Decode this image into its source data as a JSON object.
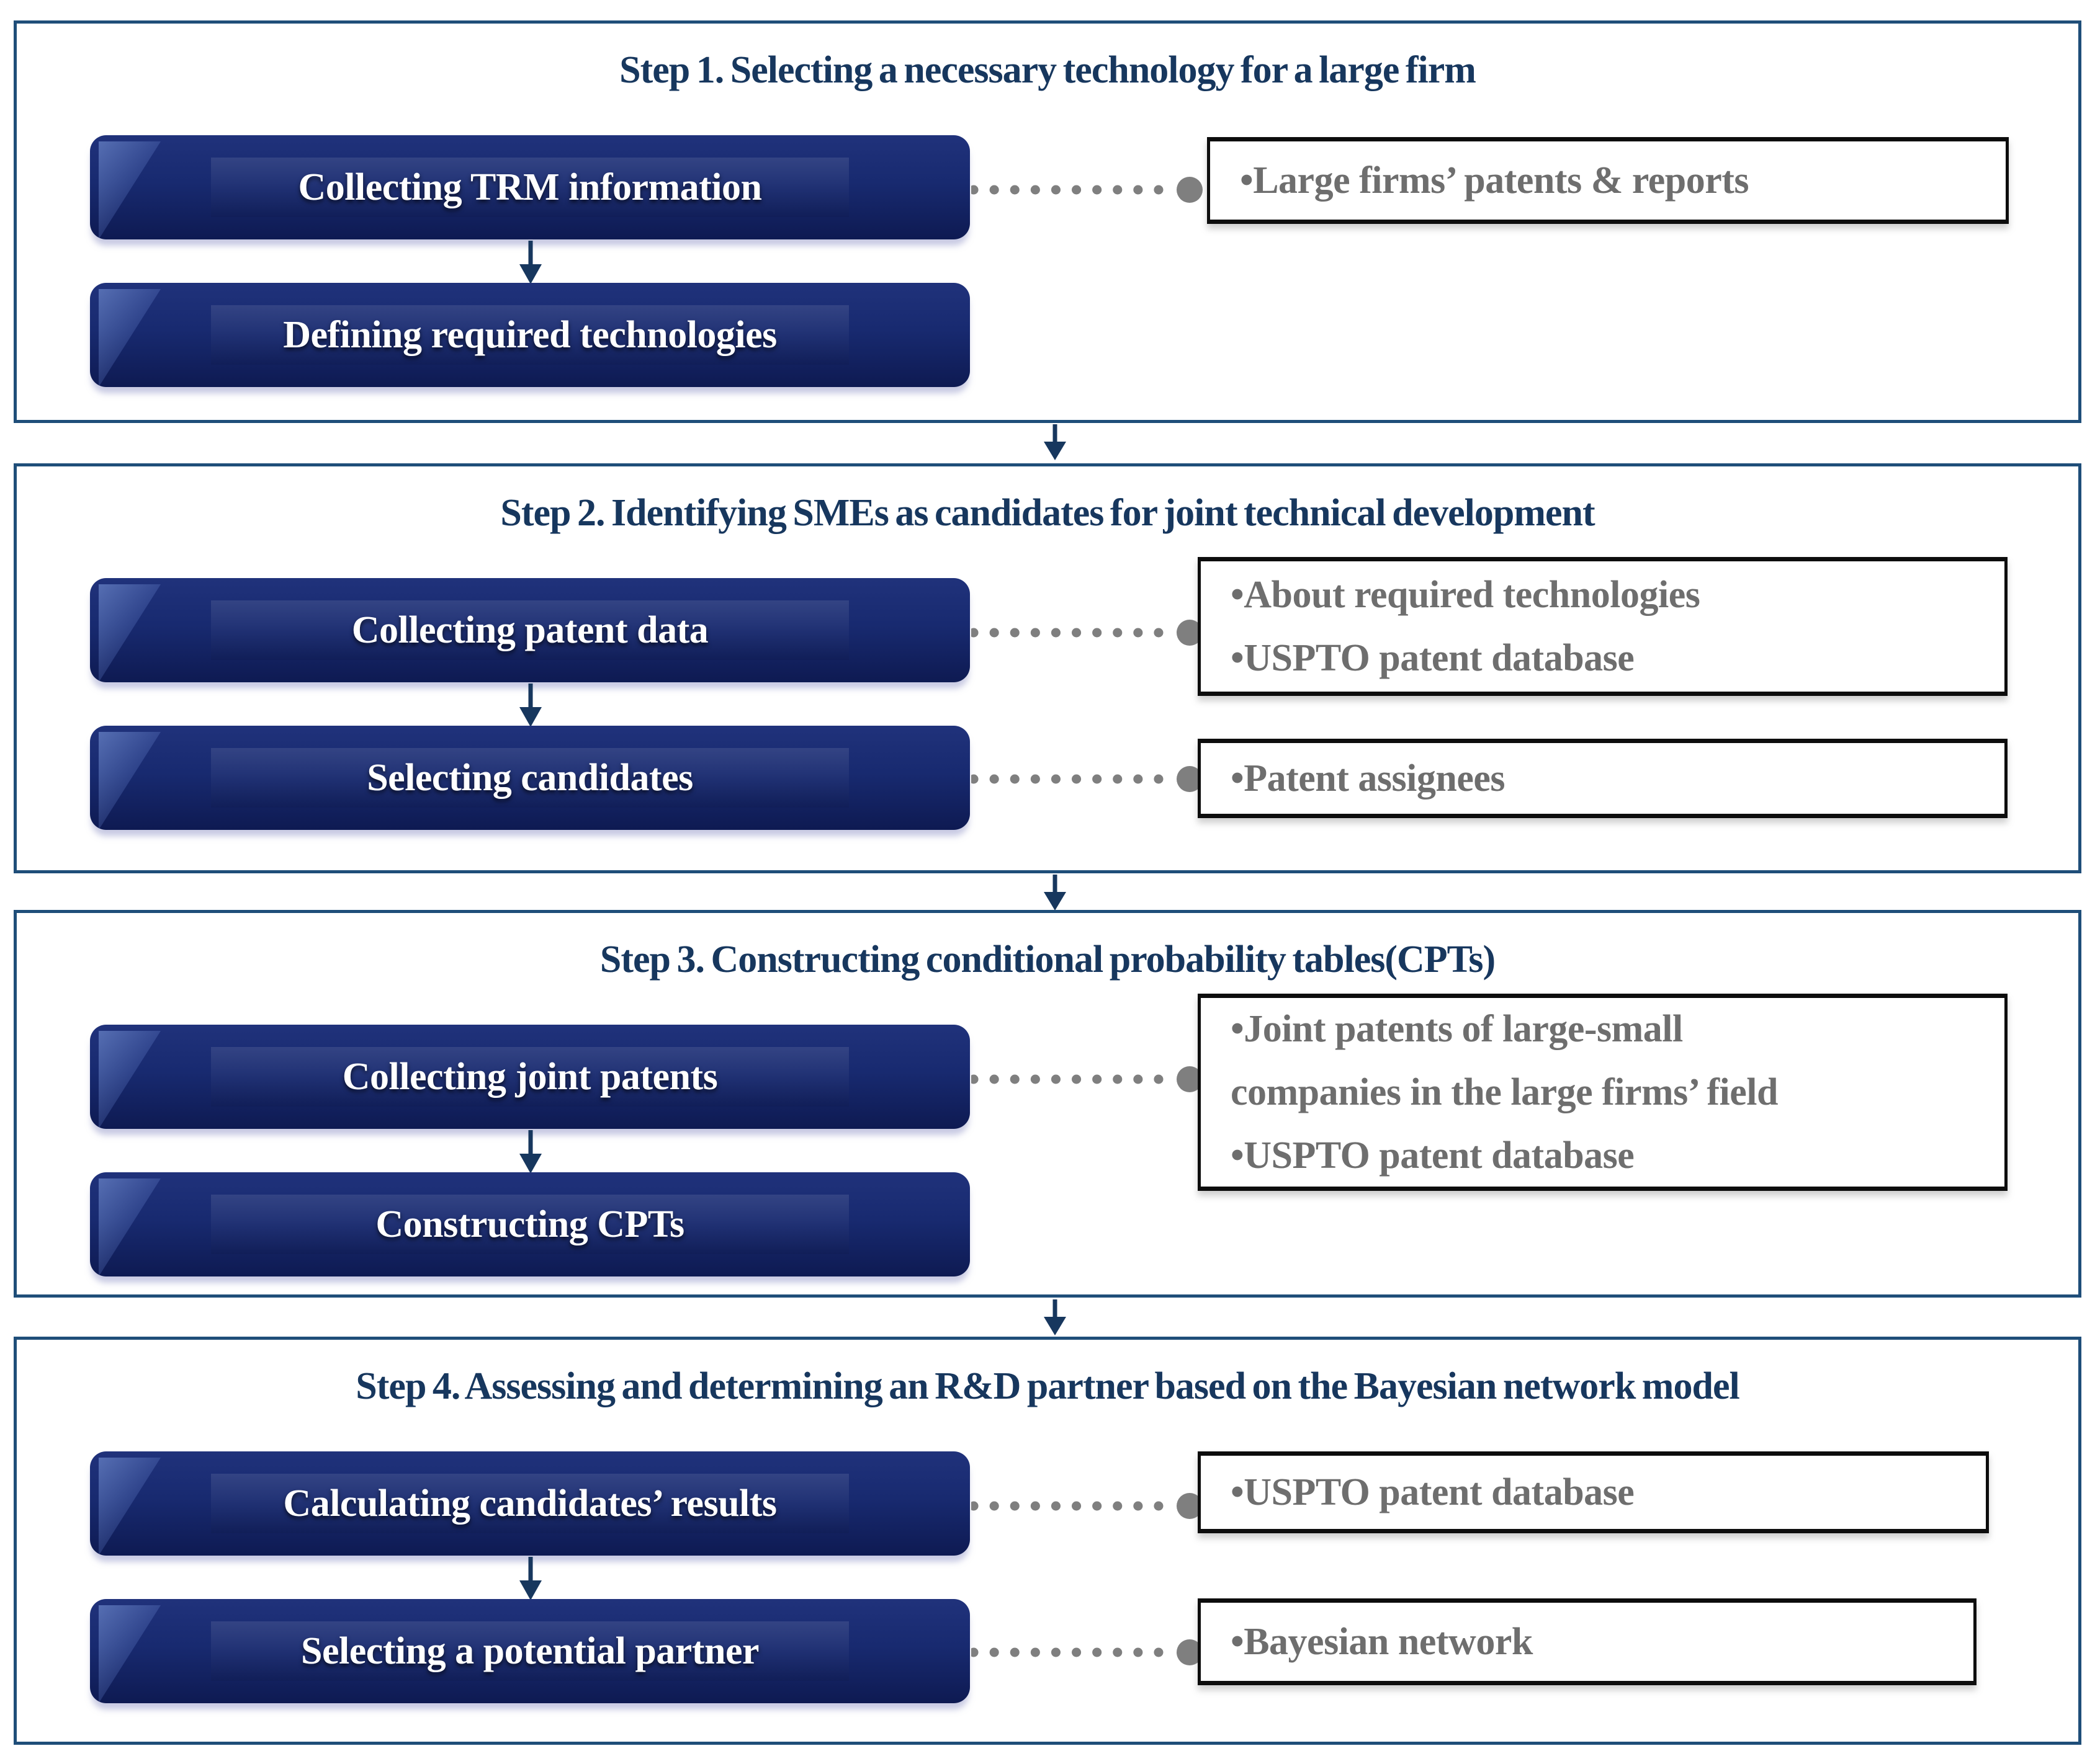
{
  "figure": {
    "type": "flowchart",
    "description": "Four-step R&D partner selection process"
  },
  "colors": {
    "panel_border": "#1F4E79",
    "title_text": "#17375E",
    "box_fill_top": "#20327B",
    "box_fill_bottom": "#0E1A52",
    "box_text": "#FFFFFF",
    "note_border": "#0D0D0D",
    "note_text": "#6E6E6E",
    "connector_gray": "#7F7F7F",
    "arrow_navy": "#17375E"
  },
  "steps": [
    {
      "title": "Step 1. Selecting a necessary technology for a large firm",
      "boxes": [
        "Collecting TRM information",
        "Defining required technologies"
      ],
      "notes": [
        {
          "items": [
            "•Large firms’ patents & reports"
          ]
        }
      ]
    },
    {
      "title": "Step 2. Identifying SMEs as candidates for joint technical development",
      "boxes": [
        "Collecting patent data",
        "Selecting candidates"
      ],
      "notes": [
        {
          "items": [
            "•About required technologies",
            "•USPTO patent database"
          ]
        },
        {
          "items": [
            "•Patent assignees"
          ]
        }
      ]
    },
    {
      "title": "Step 3. Constructing conditional probability tables(CPTs)",
      "boxes": [
        "Collecting joint patents",
        "Constructing CPTs"
      ],
      "notes": [
        {
          "items": [
            "•Joint patents of large-small\ncompanies in the large firms’ field",
            "•USPTO patent database"
          ]
        }
      ]
    },
    {
      "title": "Step 4. Assessing and determining an R&D partner based on the Bayesian network model",
      "boxes": [
        "Calculating candidates’ results",
        "Selecting a potential partner"
      ],
      "notes": [
        {
          "items": [
            "•USPTO patent database"
          ]
        },
        {
          "items": [
            "•Bayesian network"
          ]
        }
      ]
    }
  ]
}
